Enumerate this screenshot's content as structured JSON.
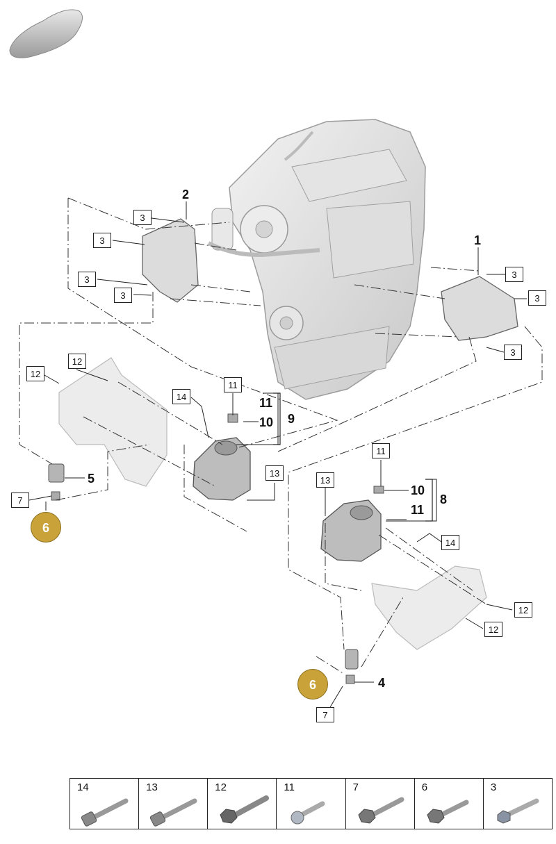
{
  "callouts": {
    "c3_a": "3",
    "c3_b": "3",
    "c3_c": "3",
    "c3_d": "3",
    "c3_e": "3",
    "c3_f": "3",
    "c3_g": "3",
    "c12_a": "12",
    "c12_b": "12",
    "c12_c": "12",
    "c12_d": "12",
    "c14_a": "14",
    "c14_b": "14",
    "c11_a": "11",
    "c11_b": "11",
    "c13_a": "13",
    "c13_b": "13",
    "c7_a": "7",
    "c7_b": "7"
  },
  "parts": {
    "p1": "1",
    "p2": "2",
    "p4": "4",
    "p5": "5",
    "p8": "8",
    "p9": "9",
    "p10_a": "10",
    "p10_b": "10",
    "p11_a": "11",
    "p11_b": "11"
  },
  "badges": {
    "b6_a": "6",
    "b6_b": "6"
  },
  "legend": [
    "14",
    "13",
    "12",
    "11",
    "7",
    "6",
    "3"
  ],
  "colors": {
    "badge": "#c9a33a",
    "part": "#dcdcdc",
    "outline": "#222222"
  }
}
